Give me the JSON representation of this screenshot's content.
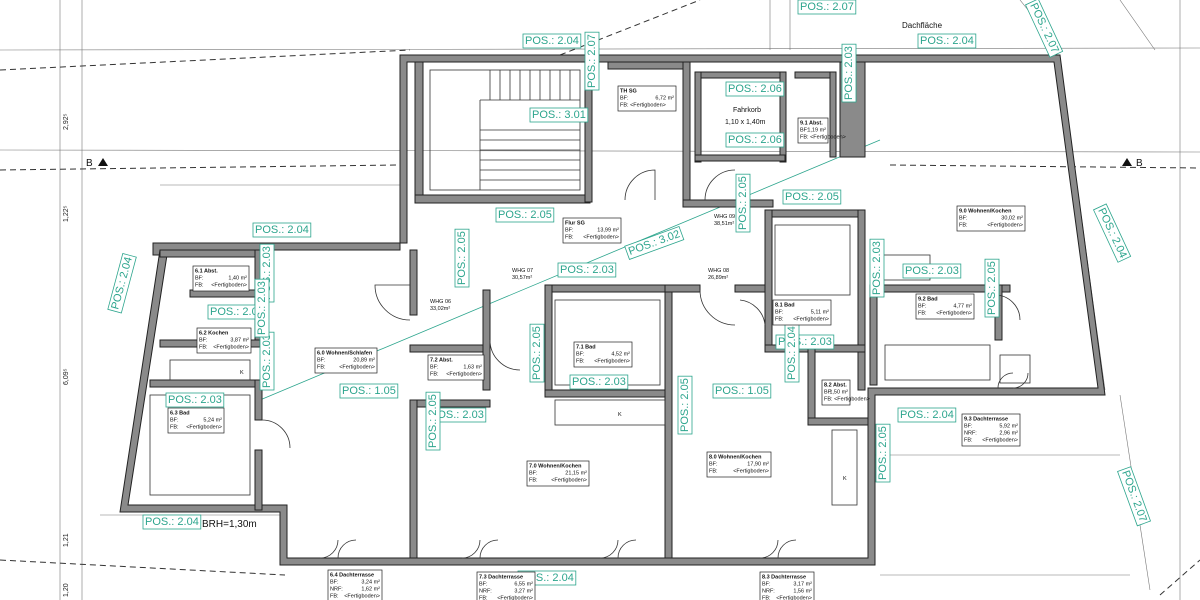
{
  "plan": {
    "roof_label": "Dachfläche",
    "section_marker": "B",
    "brh_label": "BRH=1,30m",
    "lift_label": "Fahrkorb",
    "lift_size": "1,10 x 1,40m",
    "dims": [
      "2,92⁵",
      "1,22⁵",
      "6,09⁵",
      "1,21",
      "1,20"
    ]
  },
  "positions": [
    {
      "id": "p1",
      "text": "POS.: 2.07"
    },
    {
      "id": "p2",
      "text": "POS.: 2.04"
    },
    {
      "id": "p3",
      "text": "POS.: 2.04"
    },
    {
      "id": "p4",
      "text": "POS.: 2.07"
    },
    {
      "id": "p5",
      "text": "POS.: 2.07"
    },
    {
      "id": "p6",
      "text": "POS.: 3.01"
    },
    {
      "id": "p7",
      "text": "POS.: 2.06"
    },
    {
      "id": "p8",
      "text": "POS.: 2.06"
    },
    {
      "id": "p9",
      "text": "POS.: 2.03"
    },
    {
      "id": "p10",
      "text": "POS.: 2.05"
    },
    {
      "id": "p11",
      "text": "POS.: 3.02"
    },
    {
      "id": "p12",
      "text": "POS.: 2.05"
    },
    {
      "id": "p13",
      "text": "POS.: 2.04"
    },
    {
      "id": "p14",
      "text": "POS.: 2.03"
    },
    {
      "id": "p15",
      "text": "POS.: 2.04"
    },
    {
      "id": "p16",
      "text": "POS.: 2.03"
    },
    {
      "id": "p17",
      "text": "POS.: 2.05"
    },
    {
      "id": "p18",
      "text": "POS.: 2.05"
    },
    {
      "id": "p19",
      "text": "POS.: 2.03"
    },
    {
      "id": "p20",
      "text": "POS.: 2.03"
    },
    {
      "id": "p21",
      "text": "POS.: 2.03"
    },
    {
      "id": "p22",
      "text": "POS.: 2.05"
    },
    {
      "id": "p23",
      "text": "POS.: 1.05"
    },
    {
      "id": "p24",
      "text": "POS.: 1.05"
    },
    {
      "id": "p25",
      "text": "POS.: 2.03"
    },
    {
      "id": "p26",
      "text": "POS.: 2.03"
    },
    {
      "id": "p27",
      "text": "POS.: 2.05"
    },
    {
      "id": "p28",
      "text": "POS.: 2.03"
    },
    {
      "id": "p29",
      "text": "POS.: 2.03"
    },
    {
      "id": "p30",
      "text": "POS.: 2.04"
    },
    {
      "id": "p31",
      "text": "POS.: 2.04"
    },
    {
      "id": "p32",
      "text": "POS.: 2.04"
    },
    {
      "id": "p33",
      "text": "POS.: 2.03"
    },
    {
      "id": "p34",
      "text": "POS.: 2.05"
    },
    {
      "id": "p35",
      "text": "POS.: 2.04"
    },
    {
      "id": "p36",
      "text": "POS.: 2.04"
    },
    {
      "id": "p37",
      "text": "POS.: 2.05"
    },
    {
      "id": "p38",
      "text": "POS.: 2.07"
    },
    {
      "id": "p39",
      "text": "POS.: 2.05"
    },
    {
      "id": "p40",
      "text": "POS.: 2.03"
    }
  ],
  "rooms": [
    {
      "id": "th",
      "title": "TH SG",
      "rows": [
        [
          "BF:",
          "6,72 m²"
        ],
        [
          "FB: <Fertigboden>",
          ""
        ]
      ]
    },
    {
      "id": "flur",
      "title": "Flur SG",
      "rows": [
        [
          "BF:",
          "13,99 m²"
        ],
        [
          "FB:",
          "<Fertigboden>"
        ]
      ]
    },
    {
      "id": "r91",
      "title": "9.1 Abst.",
      "rows": [
        [
          "BF:",
          "1,19 m²"
        ],
        [
          "FB: <Fertigboden>",
          ""
        ]
      ]
    },
    {
      "id": "r90",
      "title": "9.0 Wohnen/Kochen",
      "rows": [
        [
          "BF:",
          "30,02 m²"
        ],
        [
          "FB:",
          "<Fertigboden>"
        ]
      ]
    },
    {
      "id": "r61",
      "title": "6.1 Abst.",
      "rows": [
        [
          "BF:",
          "1,40 m²"
        ],
        [
          "FB:",
          "<Fertigboden>"
        ]
      ]
    },
    {
      "id": "r62",
      "title": "6.2 Kochen",
      "rows": [
        [
          "BF:",
          "3,87 m²"
        ],
        [
          "FB:",
          "<Fertigboden>"
        ]
      ]
    },
    {
      "id": "r60",
      "title": "6.0 Wohnen/Schlafen",
      "rows": [
        [
          "BF:",
          "20,89 m²"
        ],
        [
          "FB:",
          "<Fertigboden>"
        ]
      ]
    },
    {
      "id": "r63",
      "title": "6.3 Bad",
      "rows": [
        [
          "BF:",
          "5,24 m²"
        ],
        [
          "FB:",
          "<Fertigboden>"
        ]
      ]
    },
    {
      "id": "r72",
      "title": "7.2 Abst.",
      "rows": [
        [
          "BF:",
          "1,63 m²"
        ],
        [
          "FB:",
          "<Fertigboden>"
        ]
      ]
    },
    {
      "id": "r71",
      "title": "7.1 Bad",
      "rows": [
        [
          "BF:",
          "4,52 m²"
        ],
        [
          "FB:",
          "<Fertigboden>"
        ]
      ]
    },
    {
      "id": "r70",
      "title": "7.0 Wohnen/Kochen",
      "rows": [
        [
          "BF:",
          "21,15 m²"
        ],
        [
          "FB:",
          "<Fertigboden>"
        ]
      ]
    },
    {
      "id": "r81",
      "title": "8.1 Bad",
      "rows": [
        [
          "BF:",
          "5,11 m²"
        ],
        [
          "FB:",
          "<Fertigboden>"
        ]
      ]
    },
    {
      "id": "r82",
      "title": "8.2 Abst.",
      "rows": [
        [
          "BF:",
          "1,50 m²"
        ],
        [
          "FB: <Fertigboden>",
          ""
        ]
      ]
    },
    {
      "id": "r80",
      "title": "8.0 Wohnen/Kochen",
      "rows": [
        [
          "BF:",
          "17,90 m²"
        ],
        [
          "FB:",
          "<Fertigboden>"
        ]
      ]
    },
    {
      "id": "r92",
      "title": "9.2 Bad",
      "rows": [
        [
          "BF:",
          "4,77 m²"
        ],
        [
          "FB:",
          "<Fertigboden>"
        ]
      ]
    },
    {
      "id": "r93",
      "title": "9.3 Dachterrasse",
      "rows": [
        [
          "BF:",
          "5,92 m²"
        ],
        [
          "NRF:",
          "2,96 m²"
        ],
        [
          "FB:",
          "<Fertigboden>"
        ]
      ]
    },
    {
      "id": "r64",
      "title": "6.4 Dachterrasse",
      "rows": [
        [
          "BF:",
          "3,24 m²"
        ],
        [
          "NRF:",
          "1,62 m²"
        ],
        [
          "FB:",
          "<Fertigboden>"
        ]
      ]
    },
    {
      "id": "r73",
      "title": "7.3 Dachterrasse",
      "rows": [
        [
          "BF:",
          "6,55 m²"
        ],
        [
          "NRF:",
          "3,27 m²"
        ],
        [
          "FB:",
          "<Fertigboden>"
        ]
      ]
    },
    {
      "id": "r83",
      "title": "8.3 Dachterrasse",
      "rows": [
        [
          "BF:",
          "3,17 m²"
        ],
        [
          "NRF:",
          "1,56 m²"
        ],
        [
          "FB:",
          "<Fertigboden>"
        ]
      ]
    }
  ],
  "whg": [
    {
      "id": "w06",
      "name": "WHG 06",
      "area": "33,02m²"
    },
    {
      "id": "w07",
      "name": "WHG 07",
      "area": "30,57m²"
    },
    {
      "id": "w08",
      "name": "WHG 08",
      "area": "26,89m²"
    },
    {
      "id": "w09",
      "name": "WHG 09",
      "area": "38,51m²"
    }
  ]
}
